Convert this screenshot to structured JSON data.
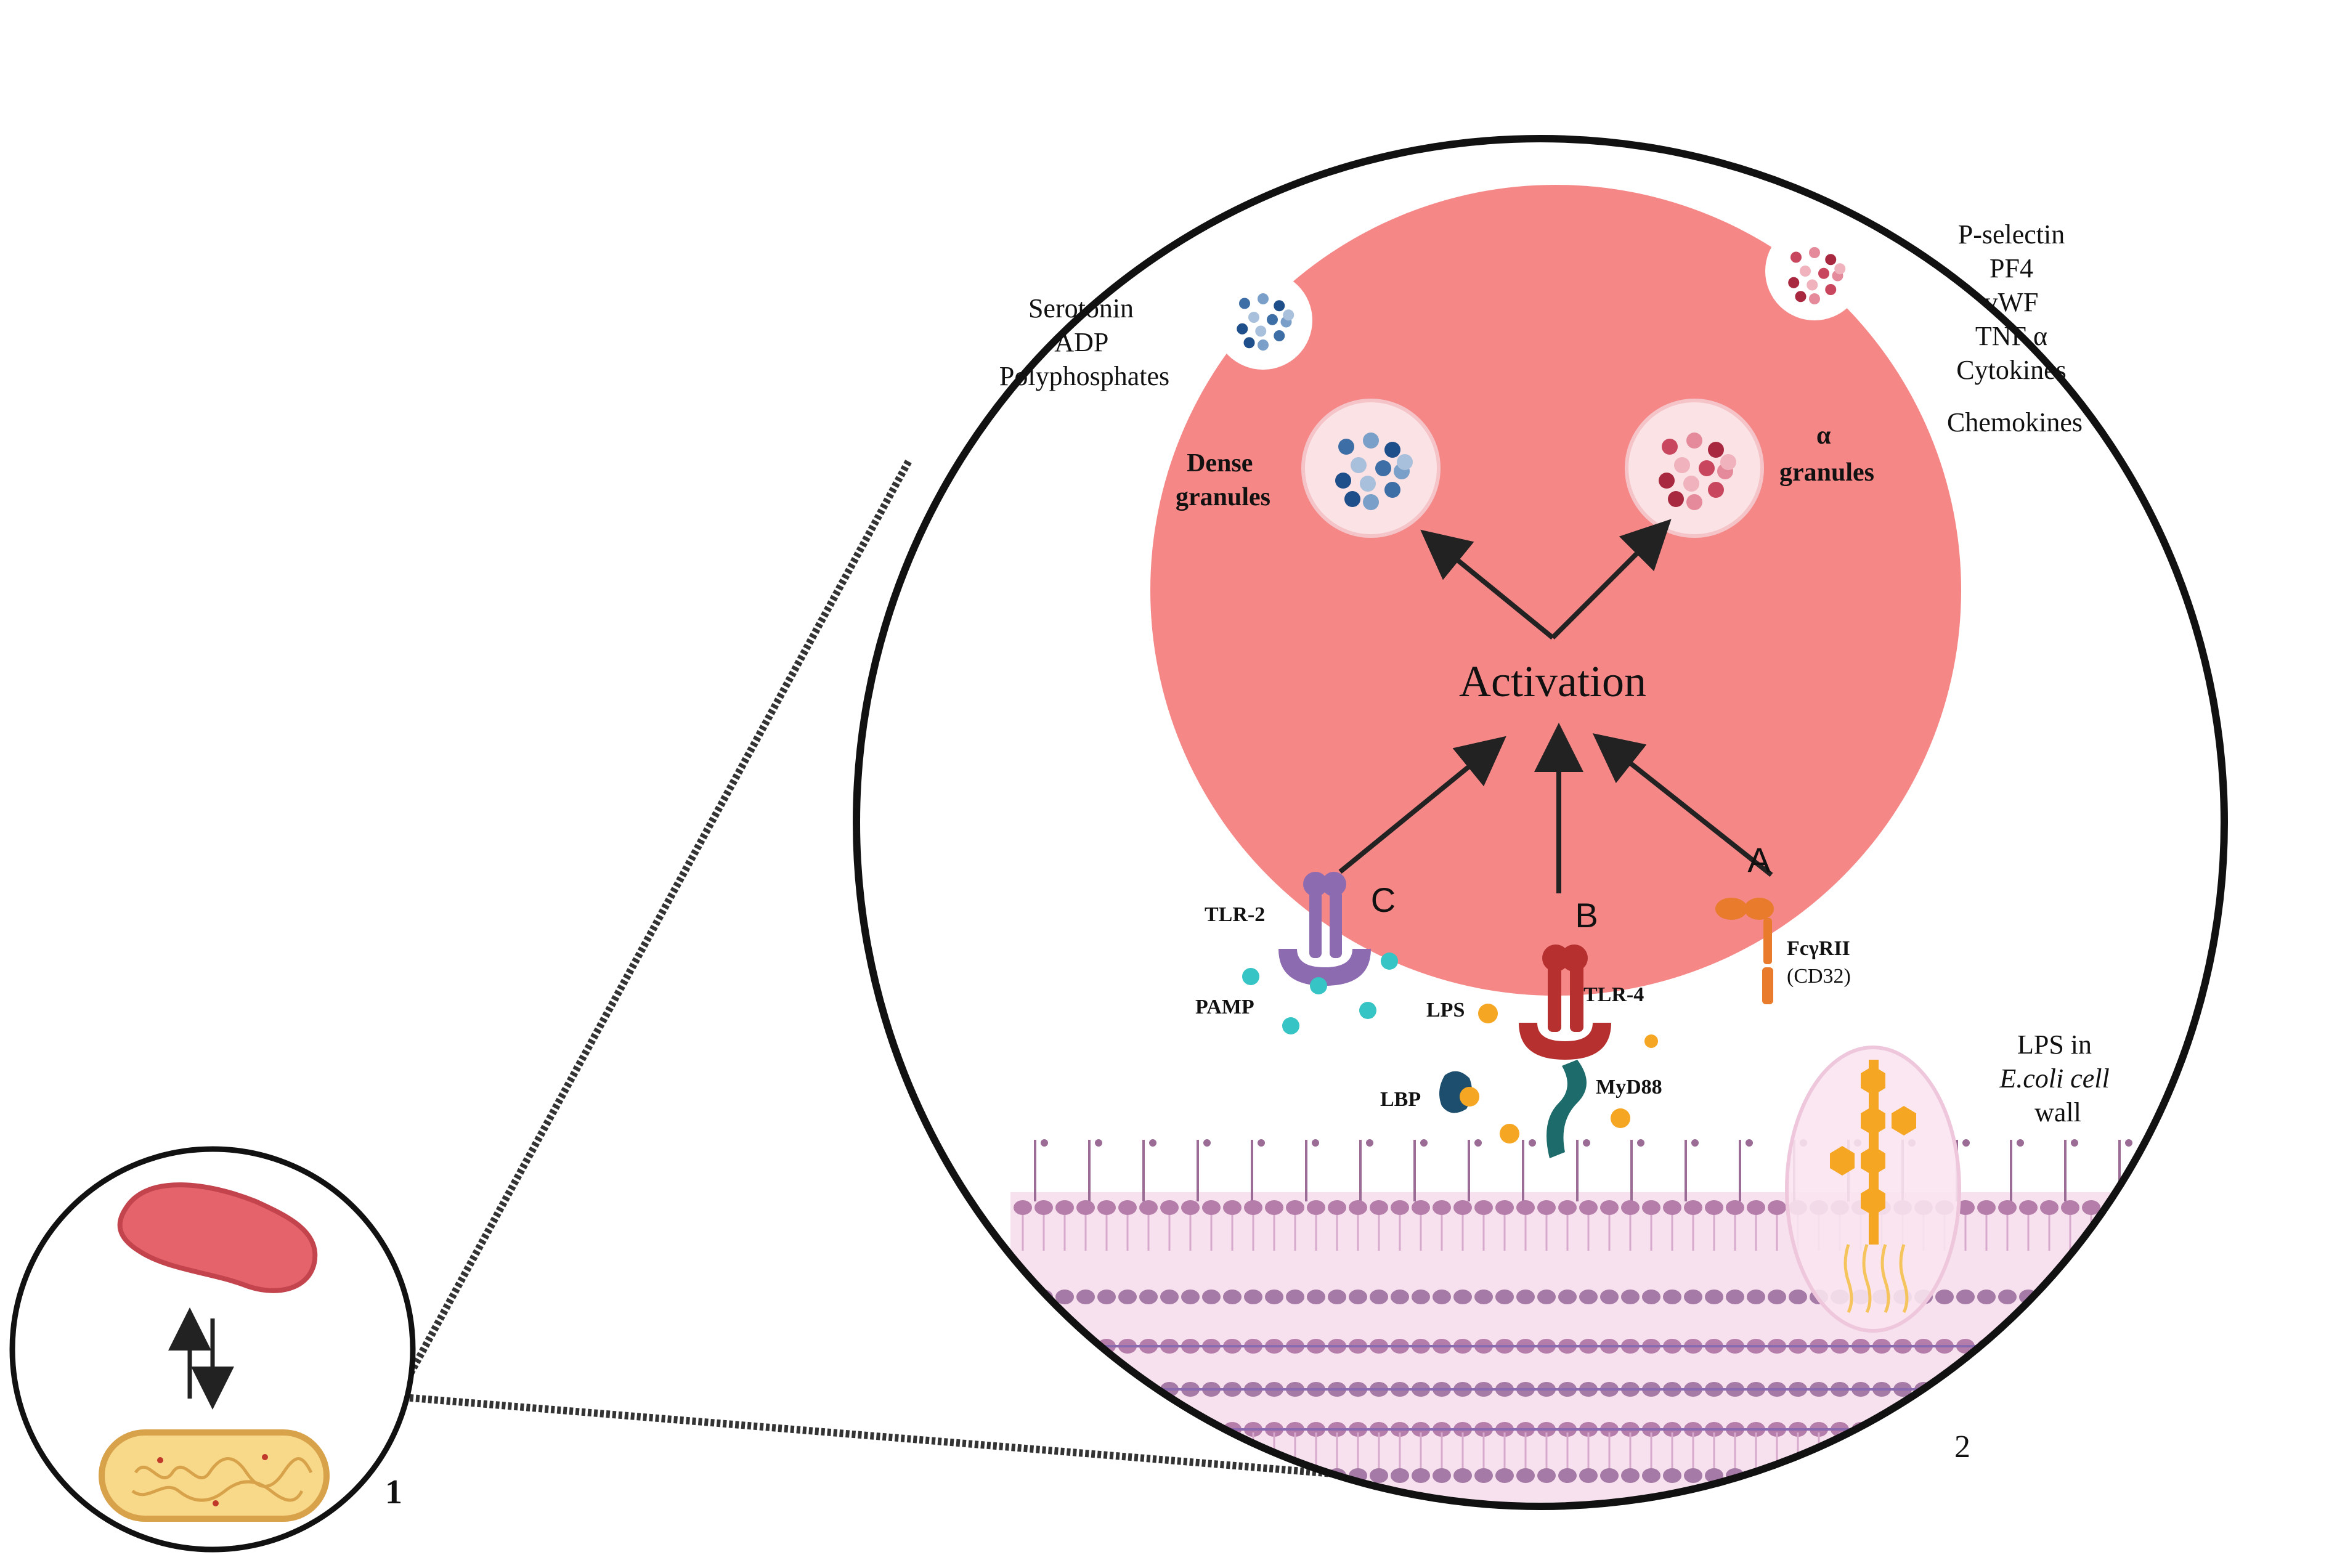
{
  "labels": {
    "dense_list": [
      "Serotonin",
      "ADP",
      "Polyphosphates"
    ],
    "alpha_list": [
      "P-selectin",
      "PF4",
      "vWF",
      "TNF α",
      "Cytokines",
      "Chemokines"
    ],
    "dense_granules": [
      "Dense",
      "granules"
    ],
    "alpha_granules": [
      "α",
      "granules"
    ],
    "activation": "Activation",
    "pathway_a": "A",
    "pathway_b": "B",
    "pathway_c": "C",
    "tlr2": "TLR-2",
    "pamp": "PAMP",
    "lps": "LPS",
    "tlr4": "TLR-4",
    "myd88": "MyD88",
    "lbp": "LBP",
    "fcgriii": [
      "FcγRII",
      "(CD32)"
    ],
    "lps_in_wall": [
      "LPS in",
      "E.coli cell",
      "wall"
    ],
    "panel_1": "1",
    "panel_2": "2"
  },
  "colors": {
    "platelet": "#f58787",
    "platelet_small": "#e55a64",
    "bacterium": "#f7d989",
    "bacterium_outline": "#d8a24a",
    "membrane": "#f3d3e6",
    "lipid_head": "#b57eaa",
    "tlr2": "#8c6bb1",
    "tlr4": "#b5302f",
    "myd88": "#1d6b6b",
    "lbp": "#1e4e6e",
    "lps": "#f5a623",
    "pamp": "#37c4c4",
    "fcgr": "#e87b2c",
    "dense_dots": "#3d6fa6",
    "alpha_dots": "#c9475e"
  }
}
